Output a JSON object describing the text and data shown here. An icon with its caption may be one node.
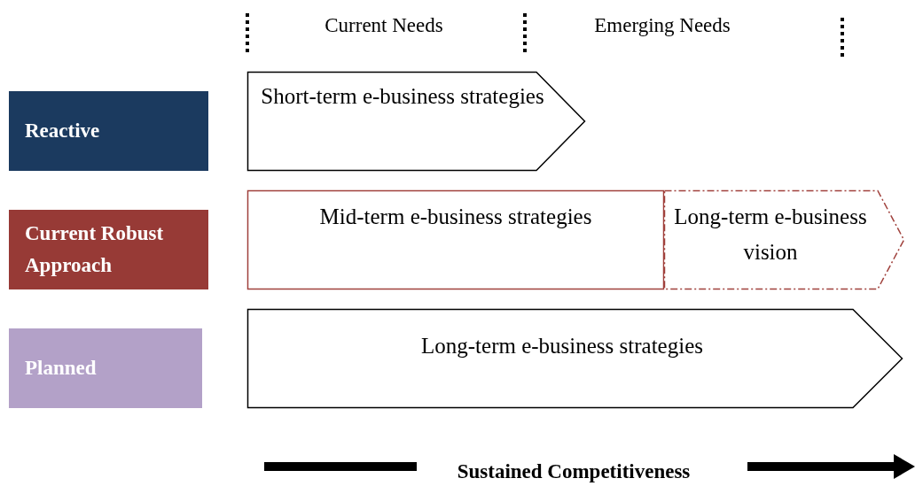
{
  "diagram": {
    "nodes": [
      {
        "text": [
          "Reactive"
        ]
      },
      {
        "text": [
          "Current Robust Approach"
        ]
      },
      {
        "text": [
          "Planned"
        ]
      },
      {
        "text": [
          "Short-term e-business strategies"
        ]
      },
      {
        "text": [
          "Mid-term e-business strategies"
        ]
      },
      {
        "text": [
          "Long-term e-business vision"
        ]
      },
      {
        "text": [
          "Long-term e-business strategies"
        ]
      }
    ],
    "labels": [
      "Current Needs",
      "Emerging Needs",
      "Sustained Competitiveness"
    ]
  }
}
